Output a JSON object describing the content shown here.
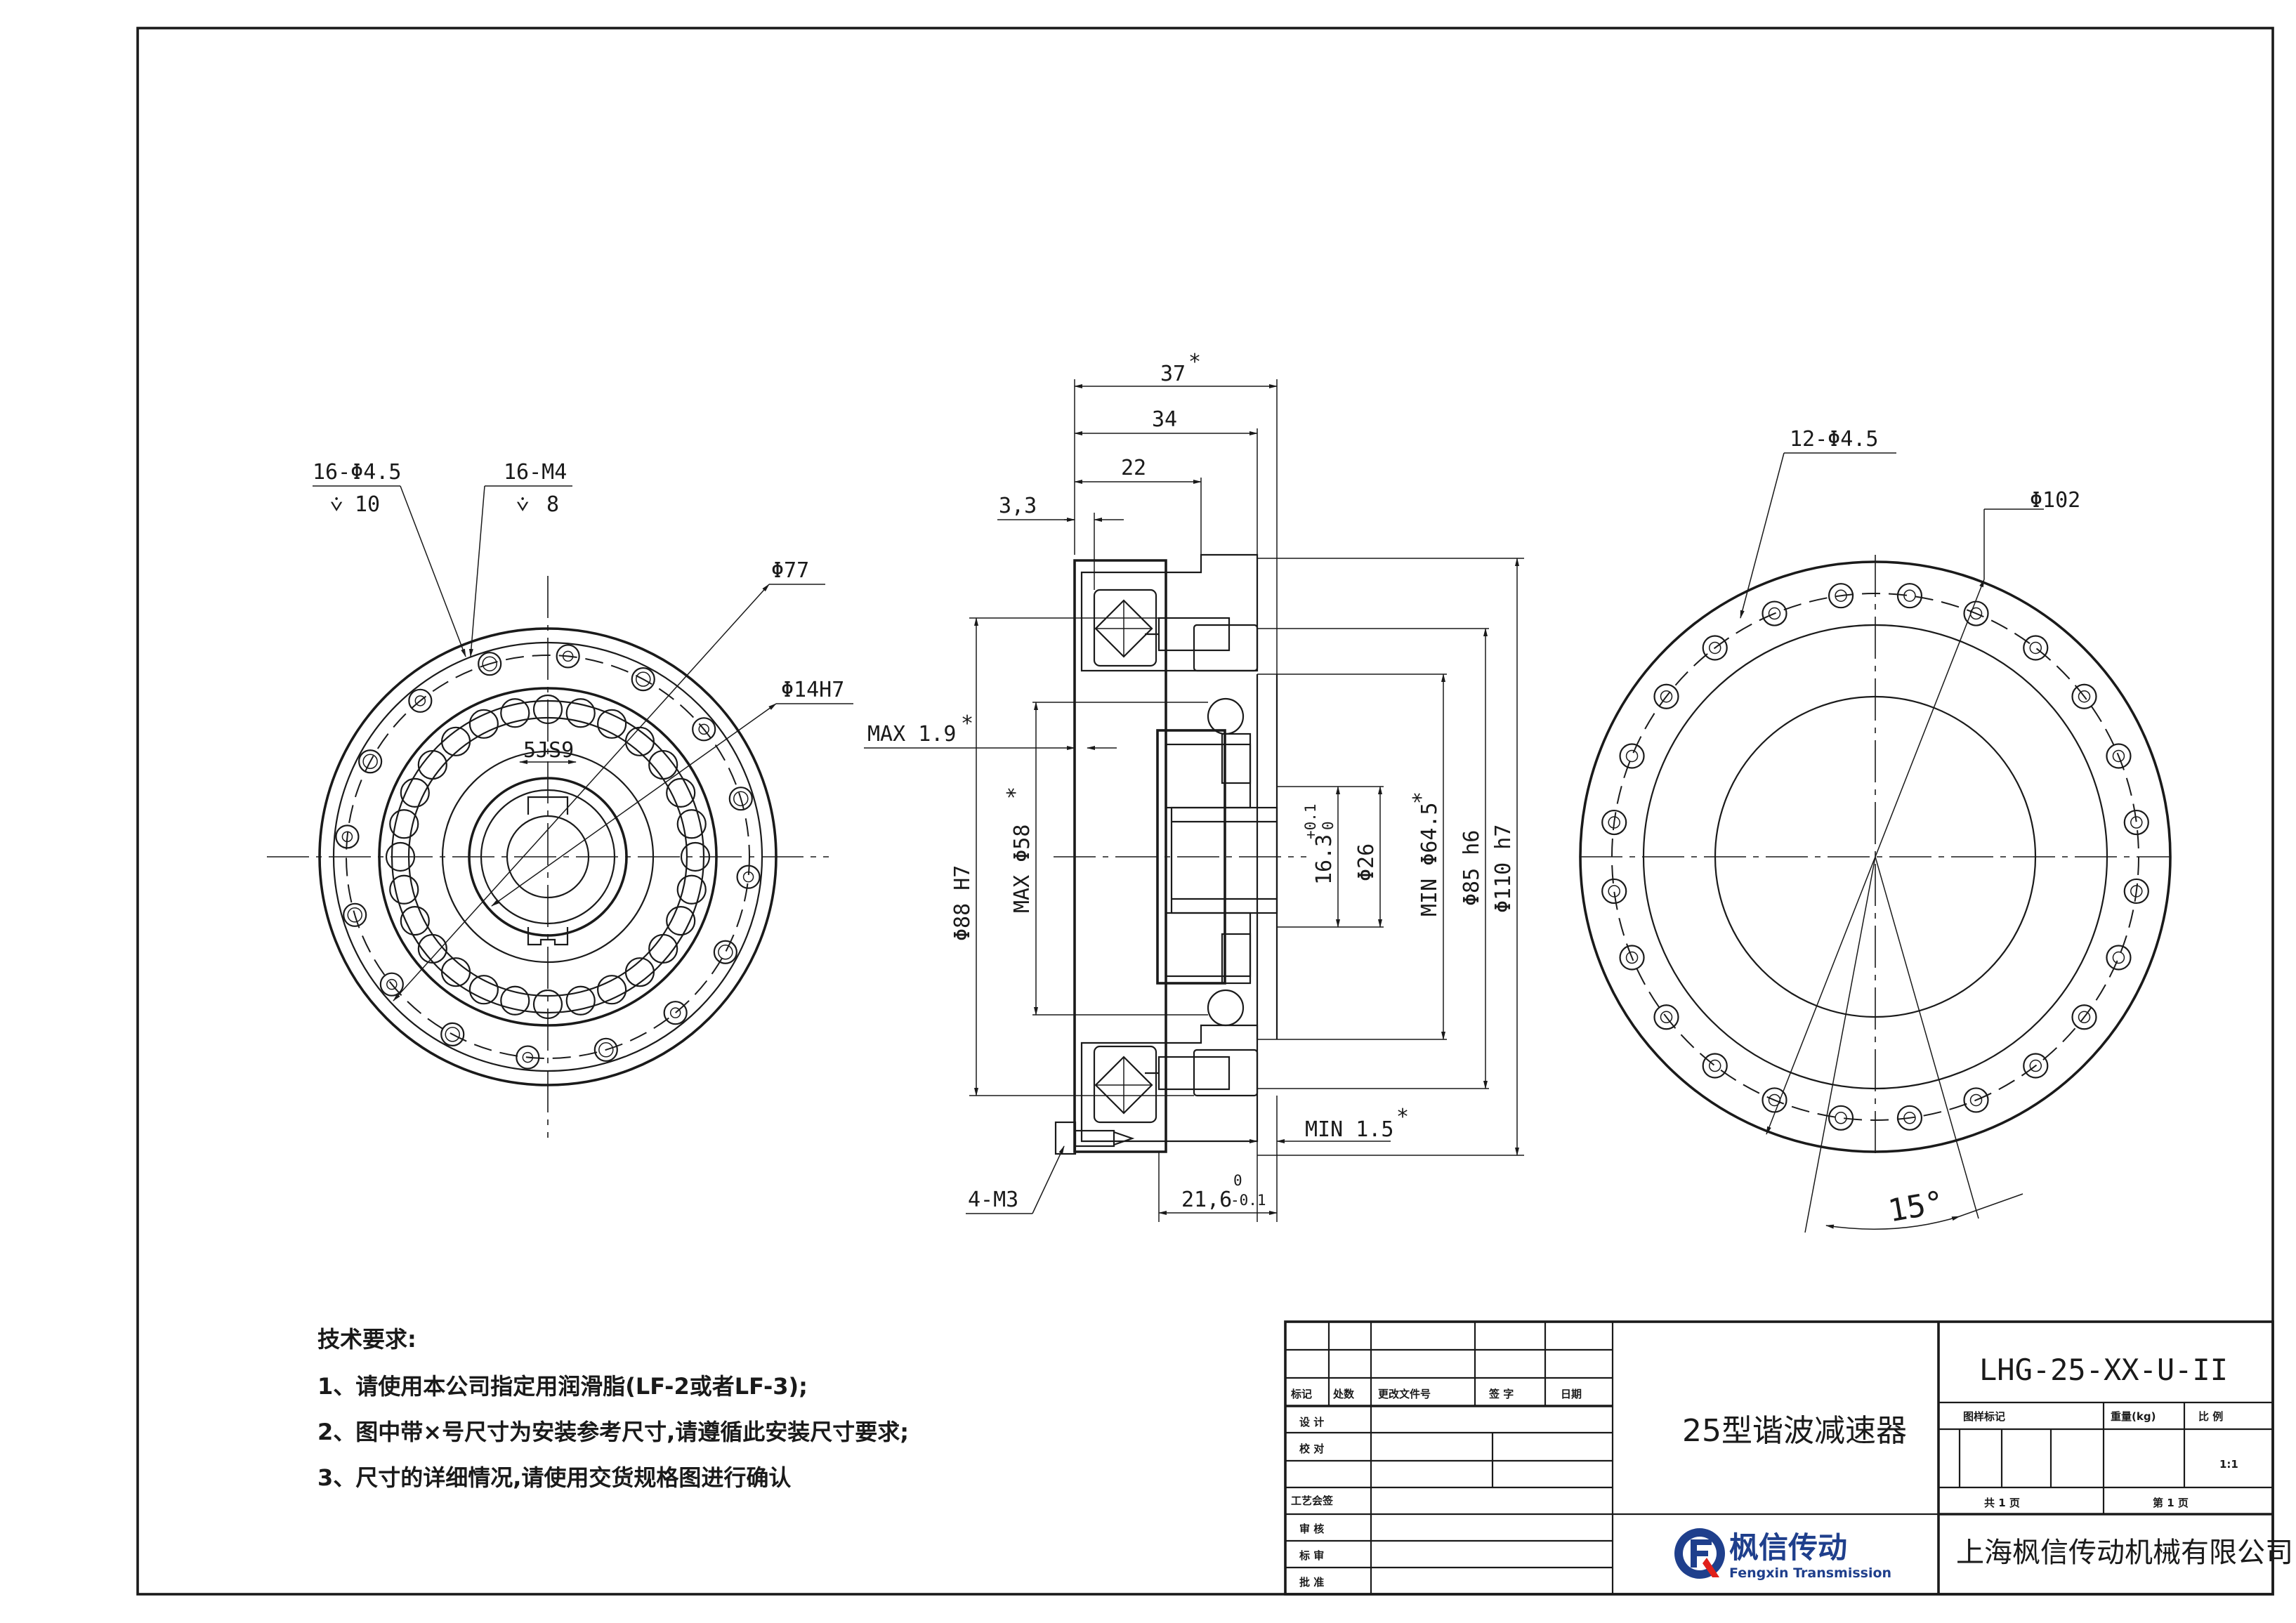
{
  "front_view": {
    "callouts": {
      "holes_a": "16-Φ4.5",
      "holes_a_depth": "10",
      "holes_b": "16-M4",
      "holes_b_depth": "8",
      "dia_77": "Φ77",
      "dia_14": "Φ14H7",
      "key": "5JS9"
    }
  },
  "side_view": {
    "dims": {
      "d37": "37",
      "d34": "34",
      "d22": "22",
      "d33": "3,3",
      "max19": "MAX 1.9",
      "max58": "MAX Φ58",
      "d88": "Φ88 H7",
      "d163": "16.3",
      "d163_tol_up": "+0.1",
      "d163_tol_dn": "0",
      "d26": "Φ26",
      "min645": "MIN Φ64.5",
      "d85": "Φ85 h6",
      "d110": "Φ110 h7",
      "min15": "MIN 1.5",
      "m3": "4-M3",
      "d216": "21,6",
      "d216_tol_up": "0",
      "d216_tol_dn": "-0.1",
      "star": "*"
    }
  },
  "back_view": {
    "callouts": {
      "holes": "12-Φ4.5",
      "dia_102": "Φ102",
      "angle": "15°"
    }
  },
  "notes": {
    "heading": "技术要求:",
    "items": [
      "1、请使用本公司指定用润滑脂(LF-2或者LF-3);",
      "2、图中带×号尺寸为安装参考尺寸,请遵循此安装尺寸要求;",
      "3、尺寸的详细情况,请使用交货规格图进行确认"
    ]
  },
  "title_block": {
    "header_cells": [
      "标记",
      "处数",
      "更改文件号",
      "签 字",
      "日期"
    ],
    "row_labels": [
      "设 计",
      "校 对",
      "工艺会签",
      "审 核",
      "标 审",
      "批 准"
    ],
    "drawing_title": "25型谐波减速器",
    "part_number": "LHG-25-XX-U-II",
    "info_headers": [
      "图样标记",
      "重量(kg)",
      "比 例"
    ],
    "scale": "1:1",
    "sheet_total": "共 1 页",
    "sheet_no": "第 1 页",
    "brand_name": "枫信传动",
    "brand_sub": "Fengxin Transmission",
    "company": "上海枫信传动机械有限公司",
    "brand_color": "#1f3f8c",
    "accent_color": "#e0201a"
  }
}
